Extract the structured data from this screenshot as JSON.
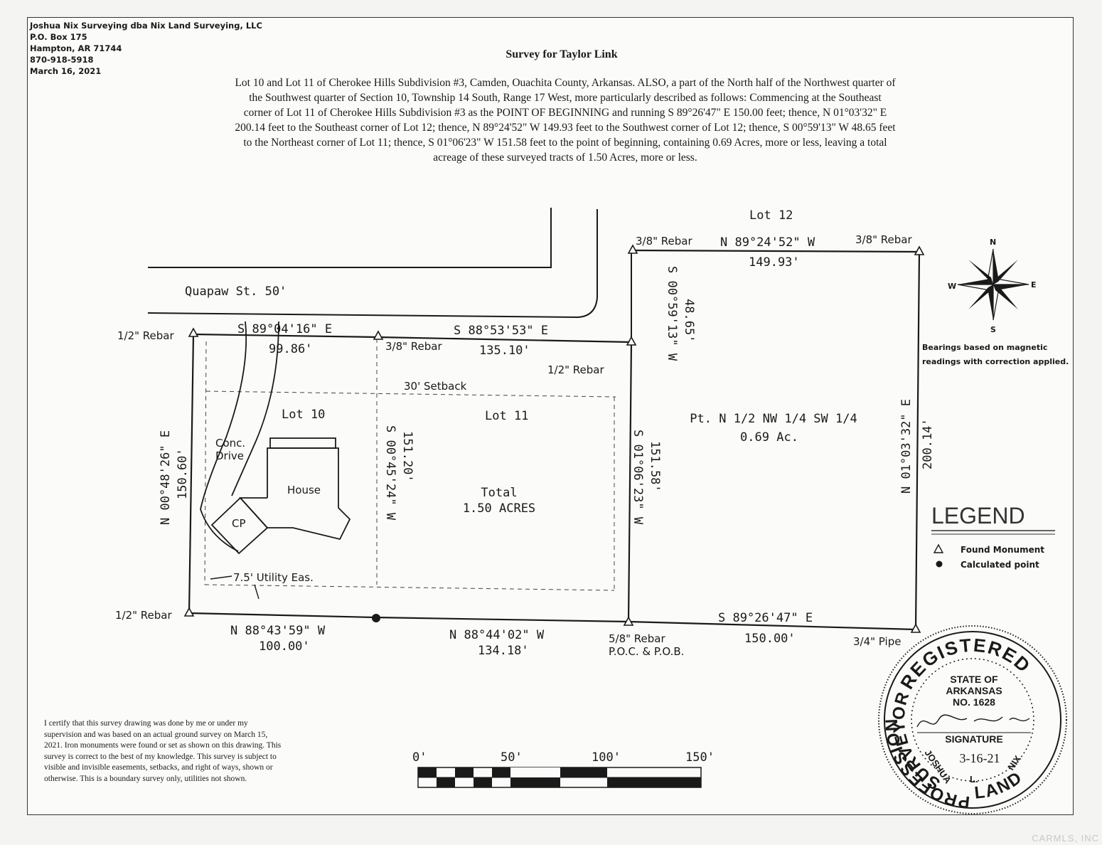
{
  "company": {
    "lines": [
      "Joshua Nix Surveying dba Nix Land Surveying, LLC",
      "P.O. Box 175",
      "Hampton, AR 71744",
      "870-918-5918",
      "March 16, 2021"
    ]
  },
  "title": "Survey for Taylor Link",
  "description": "Lot 10 and Lot 11 of Cherokee Hills Subdivision #3, Camden, Ouachita County, Arkansas.  ALSO, a part of the North half of the Northwest quarter of the Southwest quarter of Section 10, Township 14 South, Range 17 West, more particularly described as follows:  Commencing at the Southeast corner of Lot 11 of Cherokee Hills Subdivision #3 as the POINT OF BEGINNING and running S 89°26'47\" E 150.00 feet;  thence, N 01°03'32\" E 200.14 feet to the Southeast corner of Lot 12;  thence, N 89°24'52\" W 149.93 feet to the Southwest corner of Lot 12;  thence, S 00°59'13\" W 48.65 feet to the Northeast corner of Lot 11;  thence, S 01°06'23\" W 151.58 feet to the point of beginning, containing 0.69 Acres, more or less, leaving a total acreage of these surveyed tracts of 1.50 Acres, more or less.",
  "plat": {
    "lot12": "Lot 12",
    "street": "Quapaw St. 50'",
    "lot10": "Lot 10",
    "lot11": "Lot 11",
    "setback": "30' Setback",
    "conc_drive": [
      "Conc.",
      "Drive"
    ],
    "house": "House",
    "cp": "CP",
    "utility": "7.5' Utility Eas.",
    "total": [
      "Total",
      "1.50 ACRES"
    ],
    "parcel": [
      "Pt. N 1/2 NW 1/4 SW 1/4",
      "0.69 Ac."
    ],
    "monuments": {
      "nw_lot12": "3/8\" Rebar",
      "ne_lot12": "3/8\" Rebar",
      "nw_lot10": "1/2\" Rebar",
      "mid_north": "3/8\" Rebar",
      "ne_lot11": "1/2\" Rebar",
      "sw_lot10": "1/2\" Rebar",
      "pob": [
        "5/8\" Rebar",
        "P.O.C. & P.O.B."
      ],
      "se_pipe": "3/4\" Pipe"
    },
    "calls": {
      "north_parcel": [
        "N 89°24'52\" W",
        "149.93'"
      ],
      "north_lot10": [
        "S 89°04'16\" E",
        "99.86'"
      ],
      "north_lot11": [
        "S 88°53'53\" E",
        "135.10'"
      ],
      "west_lot10": [
        "N 00°48'26\" E",
        "150.60'"
      ],
      "mid_lot": [
        "S 00°45'24\" W",
        "151.20'"
      ],
      "east_lot11": [
        "S 01°06'23\" W",
        "151.58'"
      ],
      "short_east": [
        "S 00°59'13\" W",
        "48.65'"
      ],
      "east_parcel": [
        "N 01°03'32\" E",
        "200.14'"
      ],
      "south_lot10": [
        "N 88°43'59\" W",
        "100.00'"
      ],
      "south_lot11": [
        "N 88°44'02\" W",
        "134.18'"
      ],
      "south_parcel": [
        "S 89°26'47\" E",
        "150.00'"
      ]
    }
  },
  "compass": {
    "n": "N",
    "s": "S",
    "e": "E",
    "w": "W"
  },
  "bearing_note": [
    "Bearings based on magnetic",
    "readings with correction applied."
  ],
  "legend": {
    "title": "LEGEND",
    "found": "Found Monument",
    "calculated": "Calculated point"
  },
  "scale": {
    "ticks": [
      "0'",
      "50'",
      "100'",
      "150'"
    ]
  },
  "certification": "I certify that this survey drawing was done by me or under my supervision and was based on an actual ground survey on March 15, 2021.  Iron monuments were found or set as shown on this drawing.  This survey is correct to the best of my knowledge.  This survey is subject to visible and invisible easements, setbacks, and right of ways, shown or otherwise. This is a boundary survey only, utilities not shown.",
  "seal": {
    "top": "REGISTERED",
    "left": "PROFESSIONAL",
    "bottom": "LAND",
    "right": "SURVEYOR",
    "state": [
      "STATE OF",
      "ARKANSAS",
      "NO. 1628"
    ],
    "signature_label": "SIGNATURE",
    "date": "3-16-21",
    "name": [
      "JOSHUA",
      "L.",
      "NIX"
    ]
  },
  "watermark": "CARMLS, INC"
}
